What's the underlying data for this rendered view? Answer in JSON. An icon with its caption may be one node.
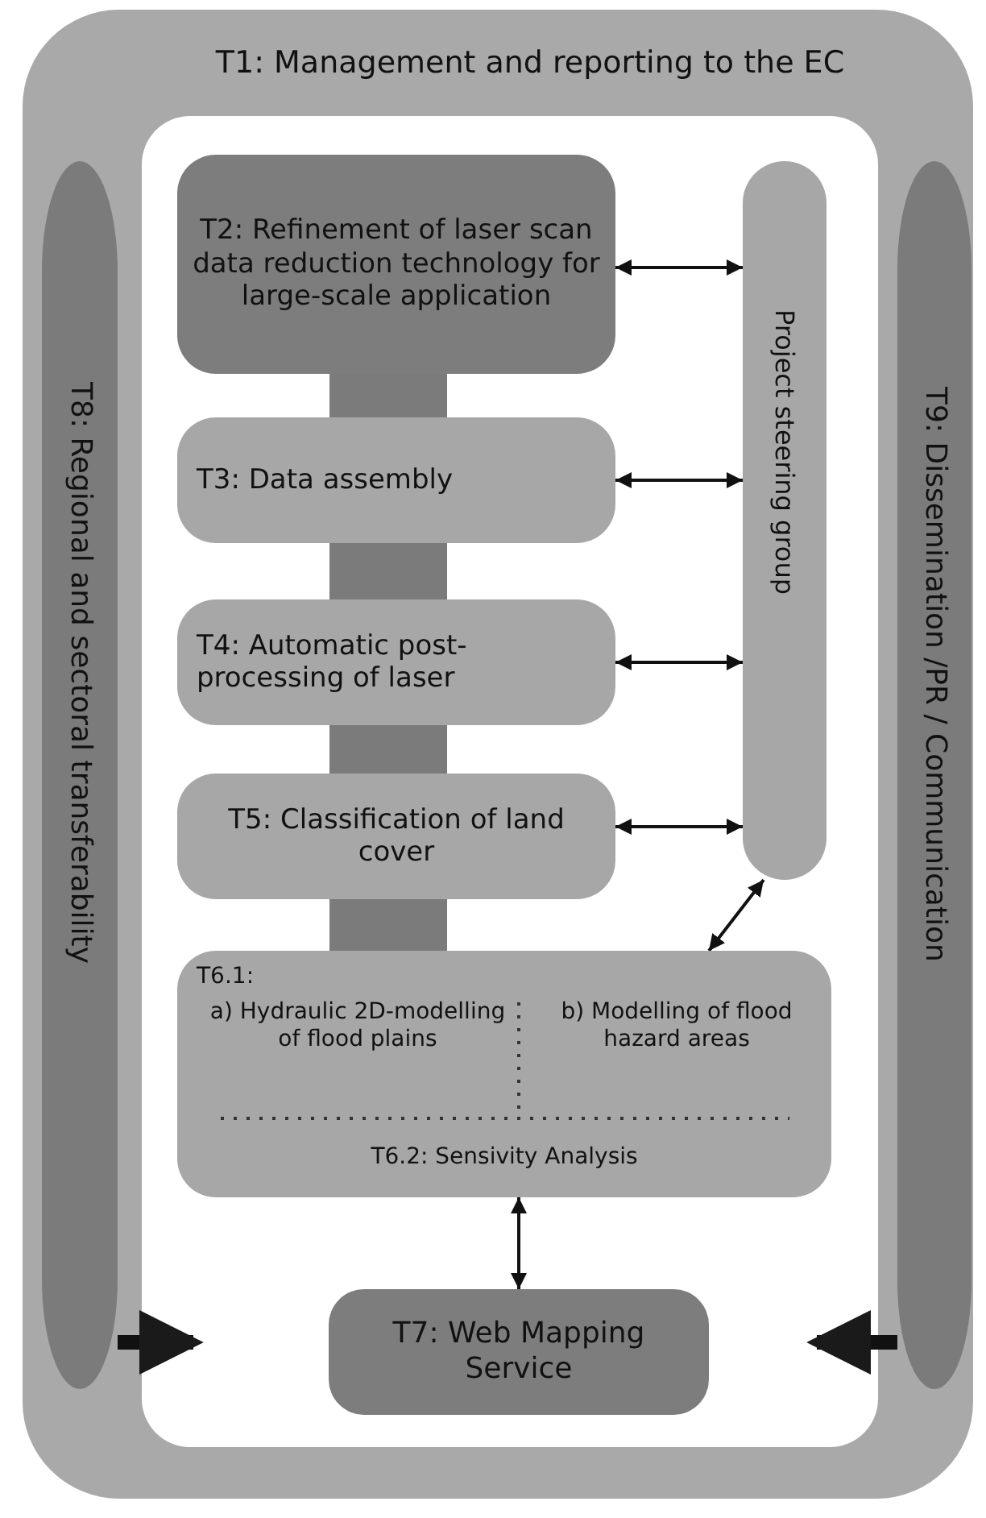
{
  "diagram": {
    "nodes": [
      {
        "text": [
          "T1:  Management and reporting to the EC"
        ]
      },
      {
        "text": [
          "T8: Regional and sectoral transferability"
        ],
        "in": 0
      },
      {
        "text": [
          "T9: Dissemination /PR / Communication"
        ],
        "in": 0
      },
      {
        "text": [
          "T2: Refinement of laser scan data reduction technology for large-scale application"
        ],
        "in": 0
      },
      {
        "text": [
          "T3: Data assembly"
        ],
        "in": 0
      },
      {
        "text": [
          "T4: Automatic post-processing of laser"
        ],
        "in": 0
      },
      {
        "text": [
          "T5: Classification of land cover"
        ],
        "in": 0
      },
      {
        "text": [
          "Project steering group"
        ],
        "in": 0
      },
      {
        "text": [
          "T6.1:",
          "a) Hydraulic 2D-modelling of flood plains",
          "b) Modelling of flood hazard areas",
          "T6.2: Sensivity Analysis"
        ],
        "in": 0
      },
      {
        "text": [
          "T7: Web Mapping Service"
        ],
        "in": 0
      }
    ],
    "edges": [
      {
        "from": 3,
        "to": 7,
        "arrow": "both"
      },
      {
        "from": 4,
        "to": 7,
        "arrow": "both"
      },
      {
        "from": 5,
        "to": 7,
        "arrow": "both"
      },
      {
        "from": 6,
        "to": 7,
        "arrow": "both"
      },
      {
        "from": 8,
        "to": 7,
        "arrow": "both"
      },
      {
        "from": 8,
        "to": 9,
        "arrow": "both"
      },
      {
        "from": 3,
        "to": 4,
        "arrow": "none",
        "style": "thick",
        "color": "#7b7b7b"
      },
      {
        "from": 4,
        "to": 5,
        "arrow": "none",
        "style": "thick",
        "color": "#7b7b7b"
      },
      {
        "from": 5,
        "to": 6,
        "arrow": "none",
        "style": "thick",
        "color": "#7b7b7b"
      },
      {
        "from": 6,
        "to": 8,
        "arrow": "none",
        "style": "thick",
        "color": "#7b7b7b"
      },
      {
        "from": 1,
        "to": null,
        "arrow": "to",
        "style": "thick"
      },
      {
        "from": 2,
        "to": null,
        "arrow": "to",
        "style": "thick"
      }
    ]
  }
}
